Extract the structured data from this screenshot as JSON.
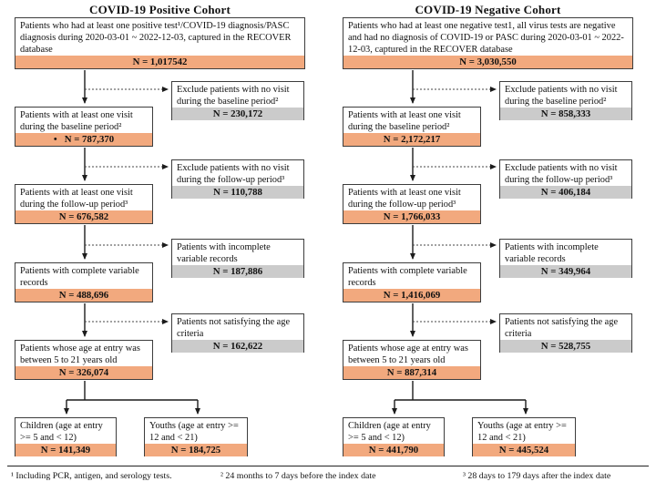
{
  "colors": {
    "highlight_orange": "#F2A97E",
    "exclusion_gray": "#CBCBCB"
  },
  "cohorts": [
    {
      "title": "COVID-19 Positive Cohort",
      "steps": [
        {
          "text": "Patients who had at least one positive test¹/COVID-19 diagnosis/PASC diagnosis during 2020-03-01 ~  2022-12-03, captured in the RECOVER database",
          "n": "N = 1,017542"
        },
        {
          "text": "Patients with at least one visit during the baseline period²",
          "n": "•   N = 787,370"
        },
        {
          "text": "Patients with at least one visit during the follow-up period³",
          "n": "N = 676,582"
        },
        {
          "text": "Patients with complete variable records",
          "n": "N = 488,696"
        },
        {
          "text": "Patients whose age at entry was between 5 to 21 years old",
          "n": "N = 326,074"
        }
      ],
      "exclusions": [
        {
          "text": "Exclude patients with no visit during the baseline period²",
          "n": "N = 230,172"
        },
        {
          "text": "Exclude patients with no visit during the follow-up period³",
          "n": "N = 110,788"
        },
        {
          "text": "Patients with incomplete variable records",
          "n": "N = 187,886"
        },
        {
          "text": "Patients not satisfying the age criteria",
          "n": "N = 162,622"
        }
      ],
      "children": {
        "text": "Children (age at entry >= 5 and < 12)",
        "n": "N = 141,349"
      },
      "youths": {
        "text": "Youths (age at entry >= 12 and < 21)",
        "n": "N = 184,725"
      }
    },
    {
      "title": "COVID-19 Negative Cohort",
      "steps": [
        {
          "text": "Patients who had at least one negative test1, all virus tests are negative and had no diagnosis of COVID-19 or PASC during 2020-03-01 ~  2022-12-03, captured in the RECOVER database",
          "n": "N = 3,030,550"
        },
        {
          "text": "Patients with at least one visit during the baseline period²",
          "n": "N = 2,172,217"
        },
        {
          "text": "Patients with at least one visit during the follow-up period³",
          "n": "N = 1,766,033"
        },
        {
          "text": "Patients with complete variable records",
          "n": "N = 1,416,069"
        },
        {
          "text": "Patients whose age at entry was between 5 to 21 years old",
          "n": "N = 887,314"
        }
      ],
      "exclusions": [
        {
          "text": "Exclude patients with no visit during the baseline period²",
          "n": "N = 858,333"
        },
        {
          "text": "Exclude patients with no visit during the follow-up period³",
          "n": "N = 406,184"
        },
        {
          "text": "Patients with incomplete variable records",
          "n": "N = 349,964"
        },
        {
          "text": "Patients not satisfying the age criteria",
          "n": "N = 528,755"
        }
      ],
      "children": {
        "text": "Children (age at entry >= 5 and < 12)",
        "n": "N = 441,790"
      },
      "youths": {
        "text": "Youths (age at entry >= 12 and < 21)",
        "n": "N = 445,524"
      }
    }
  ],
  "footnotes": [
    "¹ Including PCR, antigen, and serology tests.",
    "² 24 months to 7 days before the index date",
    "³ 28 days to 179 days after the index date"
  ]
}
